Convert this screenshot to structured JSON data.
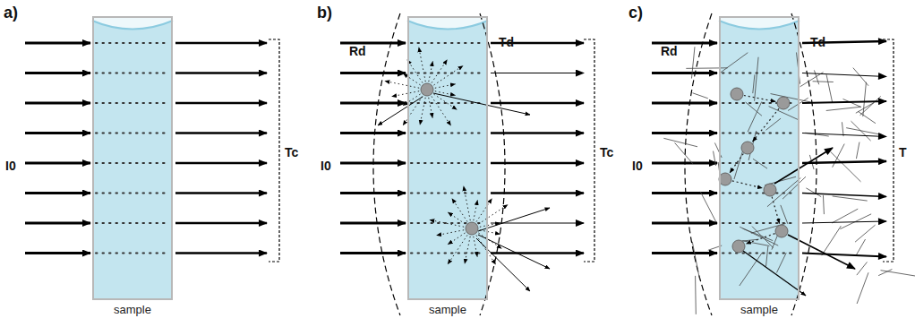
{
  "diagram": {
    "nodes": [
      {
        "text": [
          "sample"
        ]
      },
      {
        "text": [
          "sample"
        ]
      },
      {
        "text": [
          "sample"
        ]
      }
    ],
    "labels": [
      "a)",
      "I0",
      "Tc",
      "b)",
      "Rd",
      "Td",
      "I0",
      "Tc",
      "c)",
      "Rd",
      "Td",
      "I0",
      "T"
    ]
  }
}
